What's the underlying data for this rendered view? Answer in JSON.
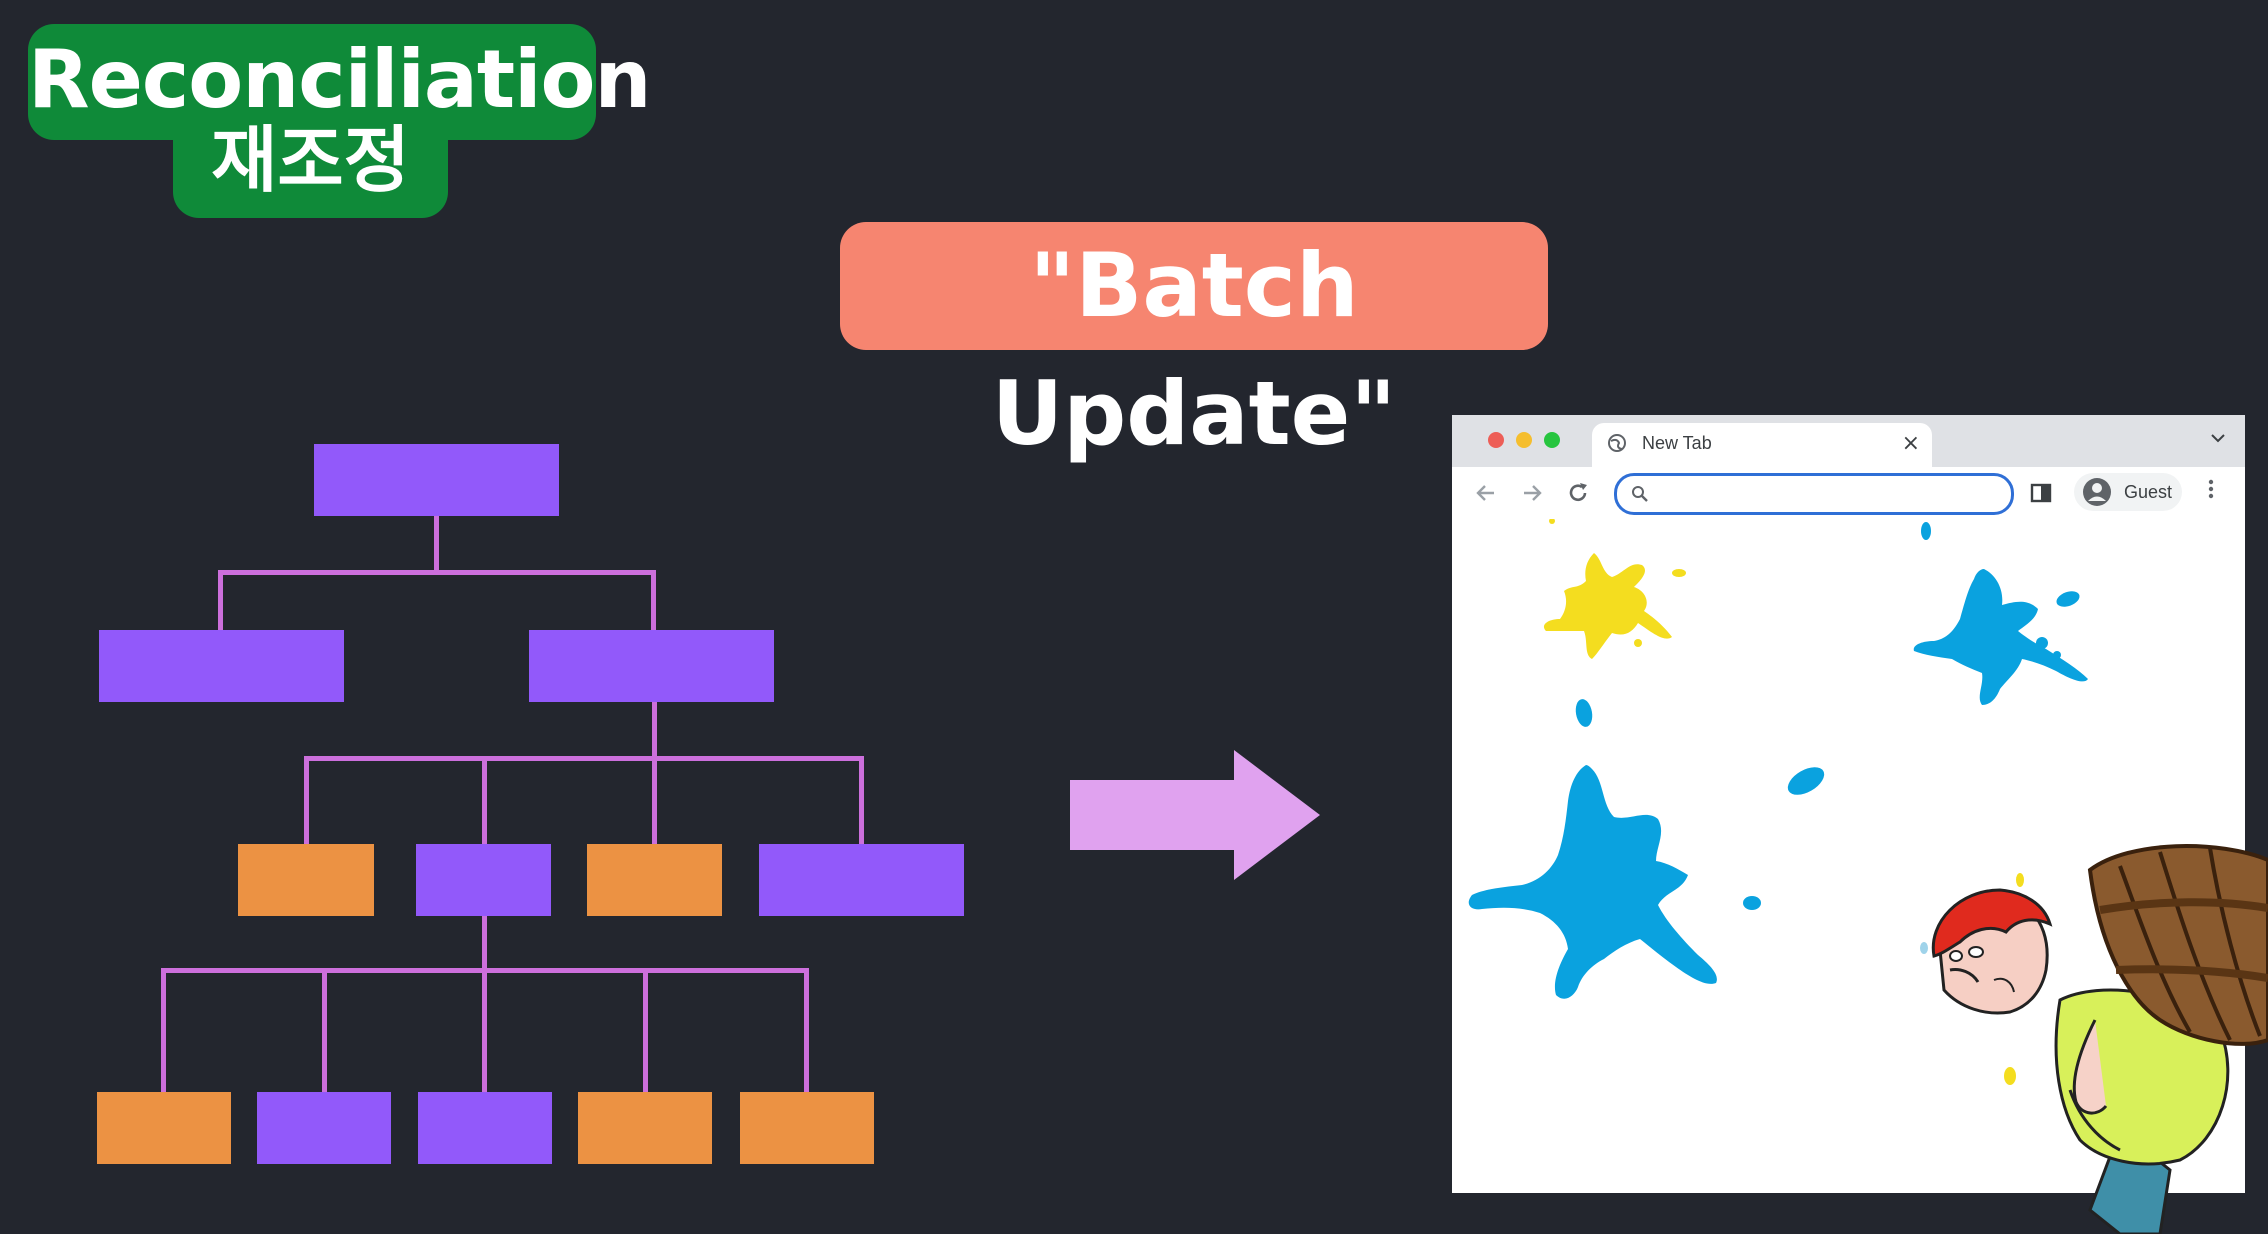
{
  "title_badge": {
    "line1": "Reconciliation",
    "line2": "재조정",
    "color": "#0f8a39"
  },
  "batch_label": "\"Batch Update\"",
  "colors": {
    "background": "#23262e",
    "pill": "#f68570",
    "node_purple": "#9259fa",
    "node_orange": "#ec9243",
    "tree_line": "#cc6fdc",
    "arrow": "#e0a2ef",
    "paint_yellow": "#f4dd1f",
    "paint_blue": "#0aa2df"
  },
  "tree": {
    "levels": [
      [
        "purple"
      ],
      [
        "purple",
        "purple"
      ],
      [
        "orange",
        "purple",
        "orange",
        "purple"
      ],
      [
        "orange",
        "purple",
        "purple",
        "orange",
        "orange"
      ]
    ]
  },
  "browser": {
    "tab_title": "New Tab",
    "tab_close": "×",
    "profile_label": "Guest",
    "icons": [
      "globe-icon",
      "close-icon",
      "chevron-down-icon",
      "back-icon",
      "forward-icon",
      "reload-icon",
      "search-icon",
      "sidebar-icon",
      "profile-icon",
      "menu-icon"
    ]
  },
  "illustration": {
    "splats": [
      "yellow",
      "blue",
      "blue"
    ],
    "figure": "person-carrying-barrel"
  }
}
